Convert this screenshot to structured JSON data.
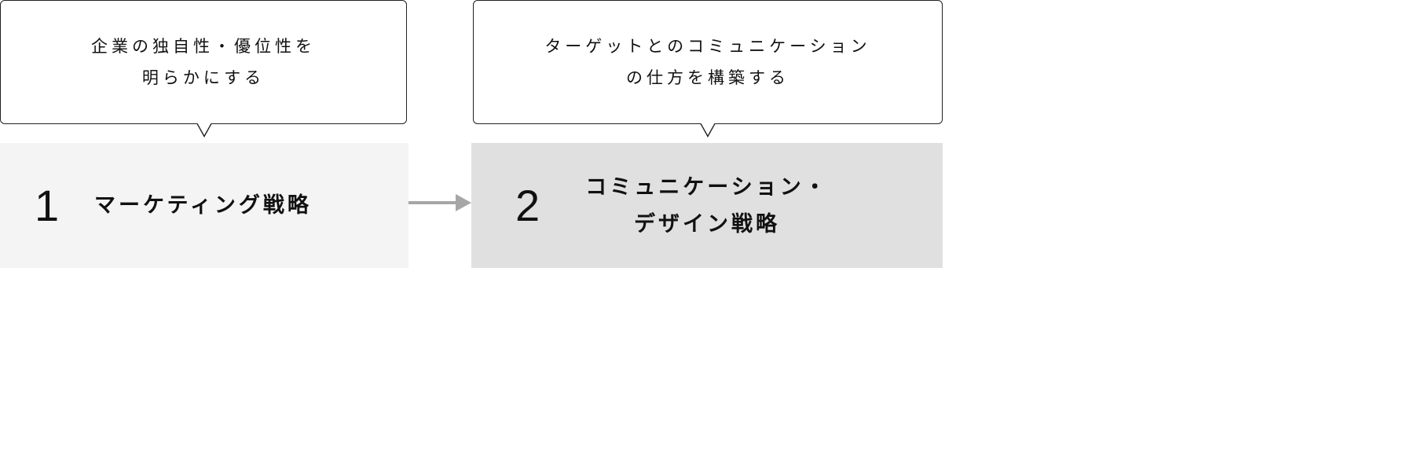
{
  "steps": [
    {
      "number": "1",
      "title": "マーケティング戦略",
      "bubble_lines": [
        "企業の独自性・優位性を",
        "明らかにする"
      ],
      "bg": "#f4f4f4"
    },
    {
      "number": "2",
      "title_lines": [
        "コミュニケーション・",
        "デザイン戦略"
      ],
      "bubble_lines": [
        "ターゲットとのコミュニケーション",
        "の仕方を構築する"
      ],
      "bg": "#e0e0e0"
    }
  ],
  "colors": {
    "arrow": "#a6a6a6"
  }
}
